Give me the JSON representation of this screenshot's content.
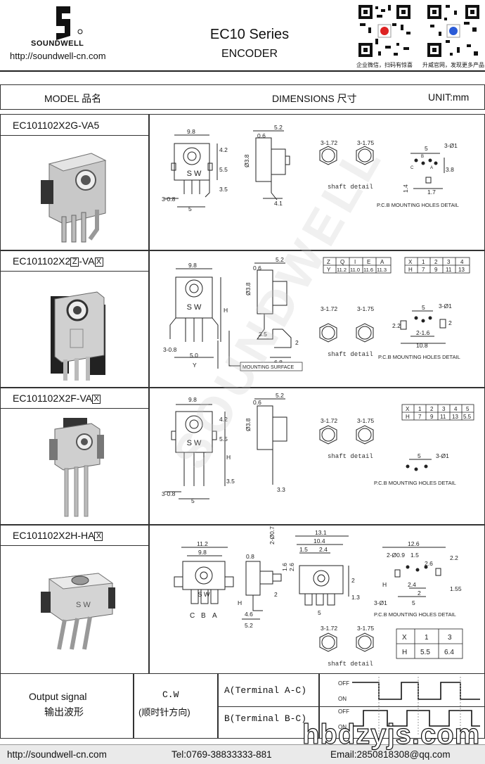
{
  "header": {
    "brand": "SOUNDWELL",
    "url": "http://soundwell-cn.com",
    "series": "EC10 Series",
    "subtitle": "ENCODER",
    "qr_left_caption": "企业微信，扫码有惊喜",
    "qr_right_caption": "升威官网，发现更多产品"
  },
  "columns": {
    "model": "MODEL 品名",
    "dimensions": "DIMENSIONS 尺寸",
    "unit": "UNIT:mm"
  },
  "products": [
    {
      "model": "EC101102X2G-VA5"
    },
    {
      "model_prefix": "EC101102X2",
      "model_box1": "Z",
      "model_mid": "-VA",
      "model_box2": "X"
    },
    {
      "model_prefix": "EC101102X2F-VA",
      "model_box2": "X"
    },
    {
      "model_prefix": "EC101102X2H-HA",
      "model_box2": "X"
    }
  ],
  "labels": {
    "shaft_detail": "shaft detail",
    "pcb_detail": "P.C.B MOUNTING HOLES DETAIL",
    "mounting_surface": "MOUNTING SURFACE",
    "sw": "S W"
  },
  "tables": {
    "zq": {
      "head": [
        "Z",
        "Q",
        "I",
        "E",
        "A"
      ],
      "row_label": "Y",
      "values": [
        "11.2",
        "11.0",
        "11.6",
        "11.3"
      ]
    },
    "xh2": {
      "head": [
        "X",
        "1",
        "2",
        "3",
        "4"
      ],
      "row_label": "H",
      "values": [
        "7",
        "9",
        "11",
        "13"
      ]
    },
    "xh3": {
      "head": [
        "X",
        "1",
        "2",
        "3",
        "4",
        "5"
      ],
      "row_label": "H",
      "values": [
        "7",
        "9",
        "11",
        "13",
        "5.5"
      ]
    },
    "xh4": {
      "head": [
        "X",
        "1",
        "3"
      ],
      "row_label": "H",
      "values": [
        "5.5",
        "6.4"
      ]
    }
  },
  "signal": {
    "label_en": "Output signal",
    "label_cn": "输出波形",
    "direction": "C.W",
    "direction_cn": "(顺时针方向)",
    "term_a": "A(Terminal A-C)",
    "term_b": "B(Terminal B-C)",
    "off": "OFF",
    "on": "ON"
  },
  "footer": {
    "url": "http://soundwell-cn.com",
    "tel": "Tel:0769-38833333-881",
    "email": "Email:2850818308@qq.com"
  },
  "watermark": "hbdzyjs.com",
  "colors": {
    "line": "#222222",
    "footer_bg": "#eaeaea"
  }
}
